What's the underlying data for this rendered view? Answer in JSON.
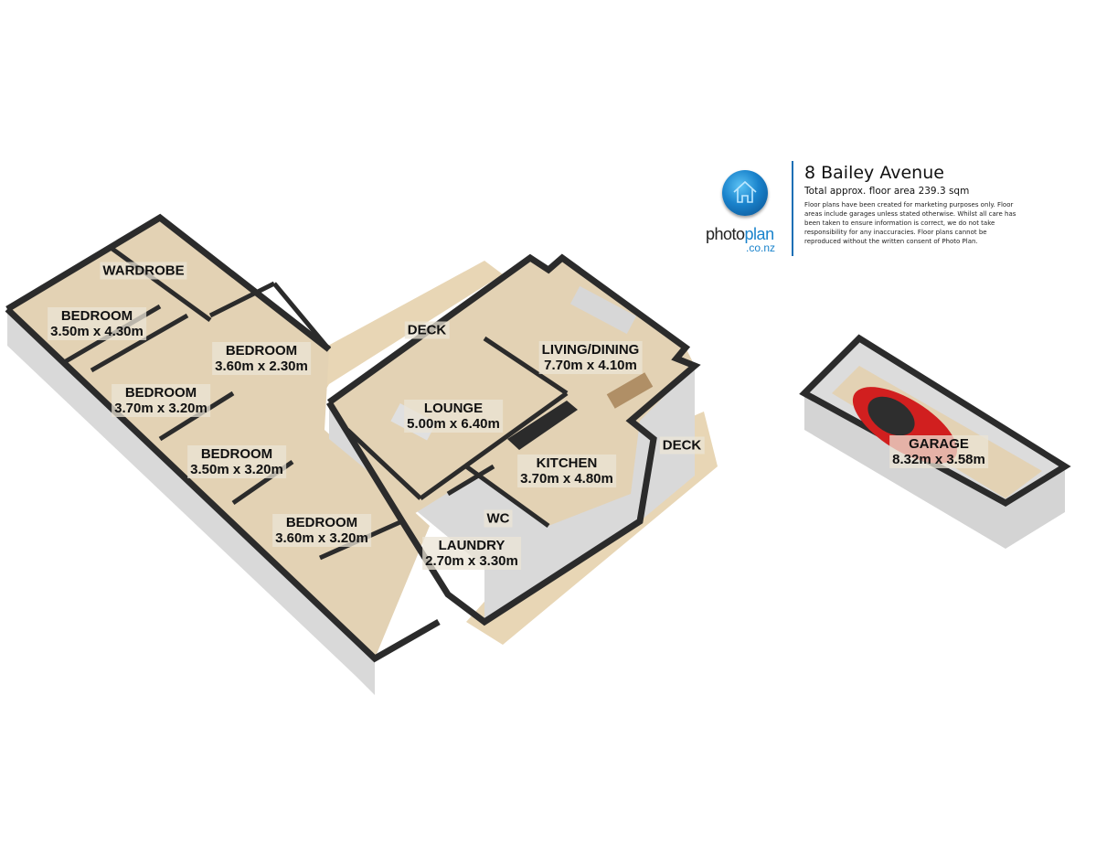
{
  "header": {
    "address": "8 Bailey Avenue",
    "floor_area": "Total approx. floor area 239.3 sqm",
    "disclaimer": "Floor plans have been created for marketing purposes only. Floor areas include garages unless stated otherwise. Whilst all care has been taken to ensure information is correct, we do not take responsibility for any inaccuracies. Floor plans cannot be reproduced without the written consent of Photo Plan."
  },
  "brand": {
    "name_part1": "photo",
    "name_part2": "plan",
    "domain": ".co.nz",
    "icon": "house-icon",
    "accent_color": "#1a83cc"
  },
  "colors": {
    "floor": "#e3d2b4",
    "deck": "#e8d6b5",
    "wall_top": "#2b2b2b",
    "wall_face": "#f2f2f2",
    "wall_side": "#d9d9d9",
    "car": "#d11f1f"
  },
  "rooms": [
    {
      "name": "WARDROBE",
      "dims": ""
    },
    {
      "name": "BEDROOM",
      "dims": "3.50m x 4.30m"
    },
    {
      "name": "BEDROOM",
      "dims": "3.60m x 2.30m"
    },
    {
      "name": "BEDROOM",
      "dims": "3.70m x 3.20m"
    },
    {
      "name": "BEDROOM",
      "dims": "3.50m x 3.20m"
    },
    {
      "name": "BEDROOM",
      "dims": "3.60m x 3.20m"
    },
    {
      "name": "DECK",
      "dims": ""
    },
    {
      "name": "LOUNGE",
      "dims": "5.00m x 6.40m"
    },
    {
      "name": "LIVING/DINING",
      "dims": "7.70m x 4.10m"
    },
    {
      "name": "KITCHEN",
      "dims": "3.70m x 4.80m"
    },
    {
      "name": "DECK",
      "dims": ""
    },
    {
      "name": "WC",
      "dims": ""
    },
    {
      "name": "LAUNDRY",
      "dims": "2.70m x 3.30m"
    },
    {
      "name": "GARAGE",
      "dims": "8.32m x 3.58m"
    }
  ]
}
